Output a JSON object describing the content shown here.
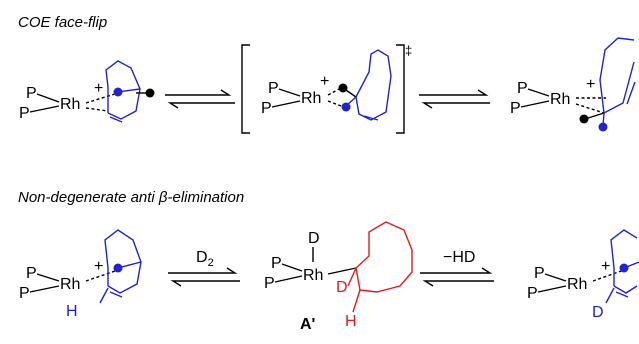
{
  "scheme": {
    "row1_title": "COE face-flip",
    "row2_title": "Non-degenerate anti β-elimination",
    "ts_symbol": "‡",
    "reagent_forward": "D",
    "reagent_forward_sub": "2",
    "reagent_reverse": "−HD",
    "intermediate_label": "A'",
    "atoms": {
      "P": "P",
      "Rh": "Rh",
      "H": "H",
      "D": "D",
      "charge": "+"
    }
  },
  "colors": {
    "ligand": "#2222d0",
    "intermediate": "#e01b1b",
    "ink": "#000000"
  }
}
